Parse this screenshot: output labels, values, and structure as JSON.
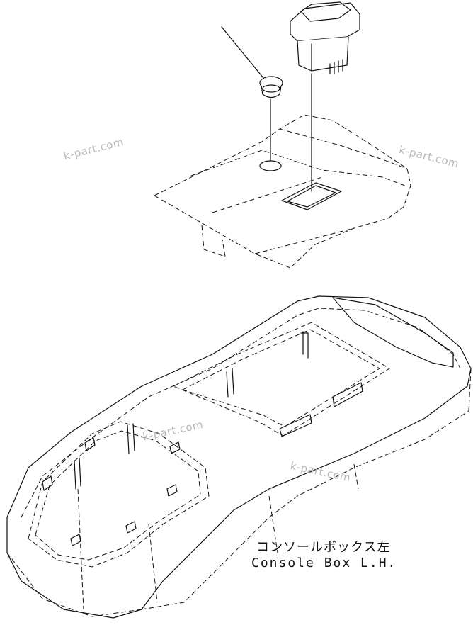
{
  "watermarks": [
    "k-part.com",
    "k-part.com",
    "k-part.com",
    "k-part.com"
  ],
  "caption": {
    "japanese": "コンソールボックス左",
    "english": "Console Box L.H."
  }
}
